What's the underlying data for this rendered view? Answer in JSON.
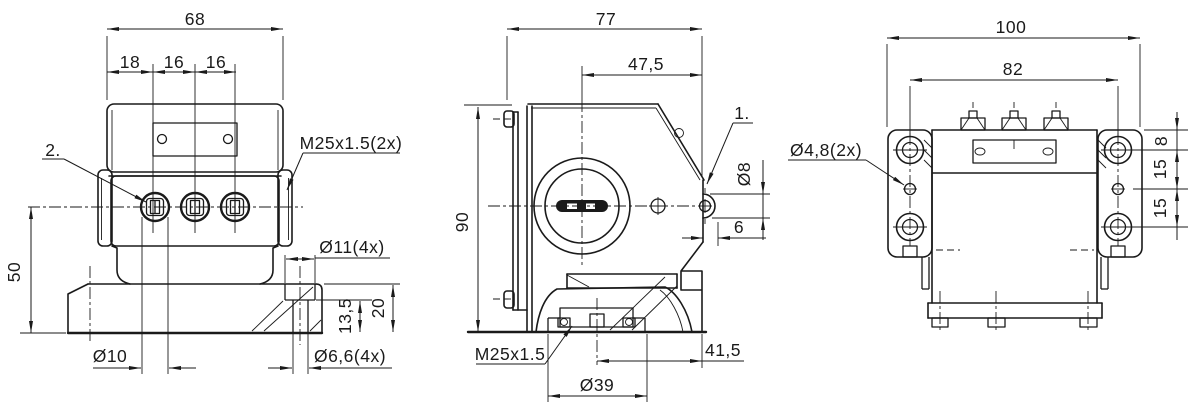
{
  "page": {
    "background": "#ffffff",
    "line_color": "#1a1a1a"
  },
  "front_view": {
    "dim_overall_width": "68",
    "dim_pitch_1": "18",
    "dim_pitch_2": "16",
    "dim_pitch_3": "16",
    "callout_2": "2.",
    "label_conduit": "M25x1.5(2x)",
    "dim_height": "50",
    "dim_counterbore": "Ø11(4x)",
    "dim_counterbore_depth": "13,5",
    "dim_base_height": "20",
    "dim_entry_hole": "Ø10",
    "dim_mount_hole": "Ø6,6(4x)"
  },
  "side_view": {
    "dim_depth": "77",
    "dim_cover_center": "47,5",
    "callout_1": "1.",
    "dim_plunger_dia": "Ø8",
    "dim_height": "90",
    "dim_plunger_proj": "6",
    "label_gland": "M25x1.5",
    "dim_gland_offset": "41,5",
    "dim_gland_boss": "Ø39"
  },
  "back_view": {
    "dim_overall_width": "100",
    "dim_hole_pitch": "82",
    "label_small_holes": "Ø4,8(2x)",
    "dim_offset_top": "8",
    "dim_pitch_a": "15",
    "dim_pitch_b": "15"
  }
}
